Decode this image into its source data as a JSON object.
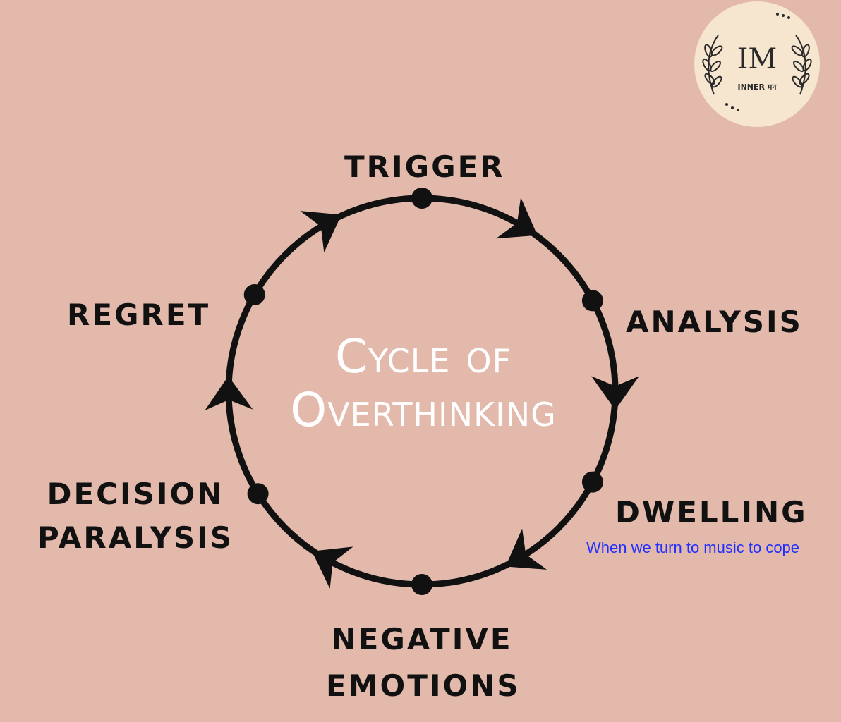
{
  "diagram": {
    "title_line1": "Cycle of",
    "title_line2": "Overthinking",
    "nodes": [
      {
        "id": "trigger",
        "label_lines": [
          "TRIGGER"
        ]
      },
      {
        "id": "analysis",
        "label_lines": [
          "ANALYSIS"
        ]
      },
      {
        "id": "dwelling",
        "label_lines": [
          "DWELLING"
        ]
      },
      {
        "id": "negative-emotions",
        "label_lines": [
          "NEGATIVE",
          "EMOTIONS"
        ]
      },
      {
        "id": "decision-paralysis",
        "label_lines": [
          "DECISION",
          "PARALYSIS"
        ]
      },
      {
        "id": "regret",
        "label_lines": [
          "REGRET"
        ]
      }
    ],
    "direction": "clockwise"
  },
  "link": {
    "text": "When we turn to music to cope"
  },
  "logo": {
    "monogram": "IM",
    "name": "INNER मन"
  },
  "colors": {
    "background": "#e3b9ac",
    "cycle_stroke": "#111111",
    "title": "#ffffff",
    "link": "#1f2fff",
    "logo_bg": "#f6e6d0"
  }
}
